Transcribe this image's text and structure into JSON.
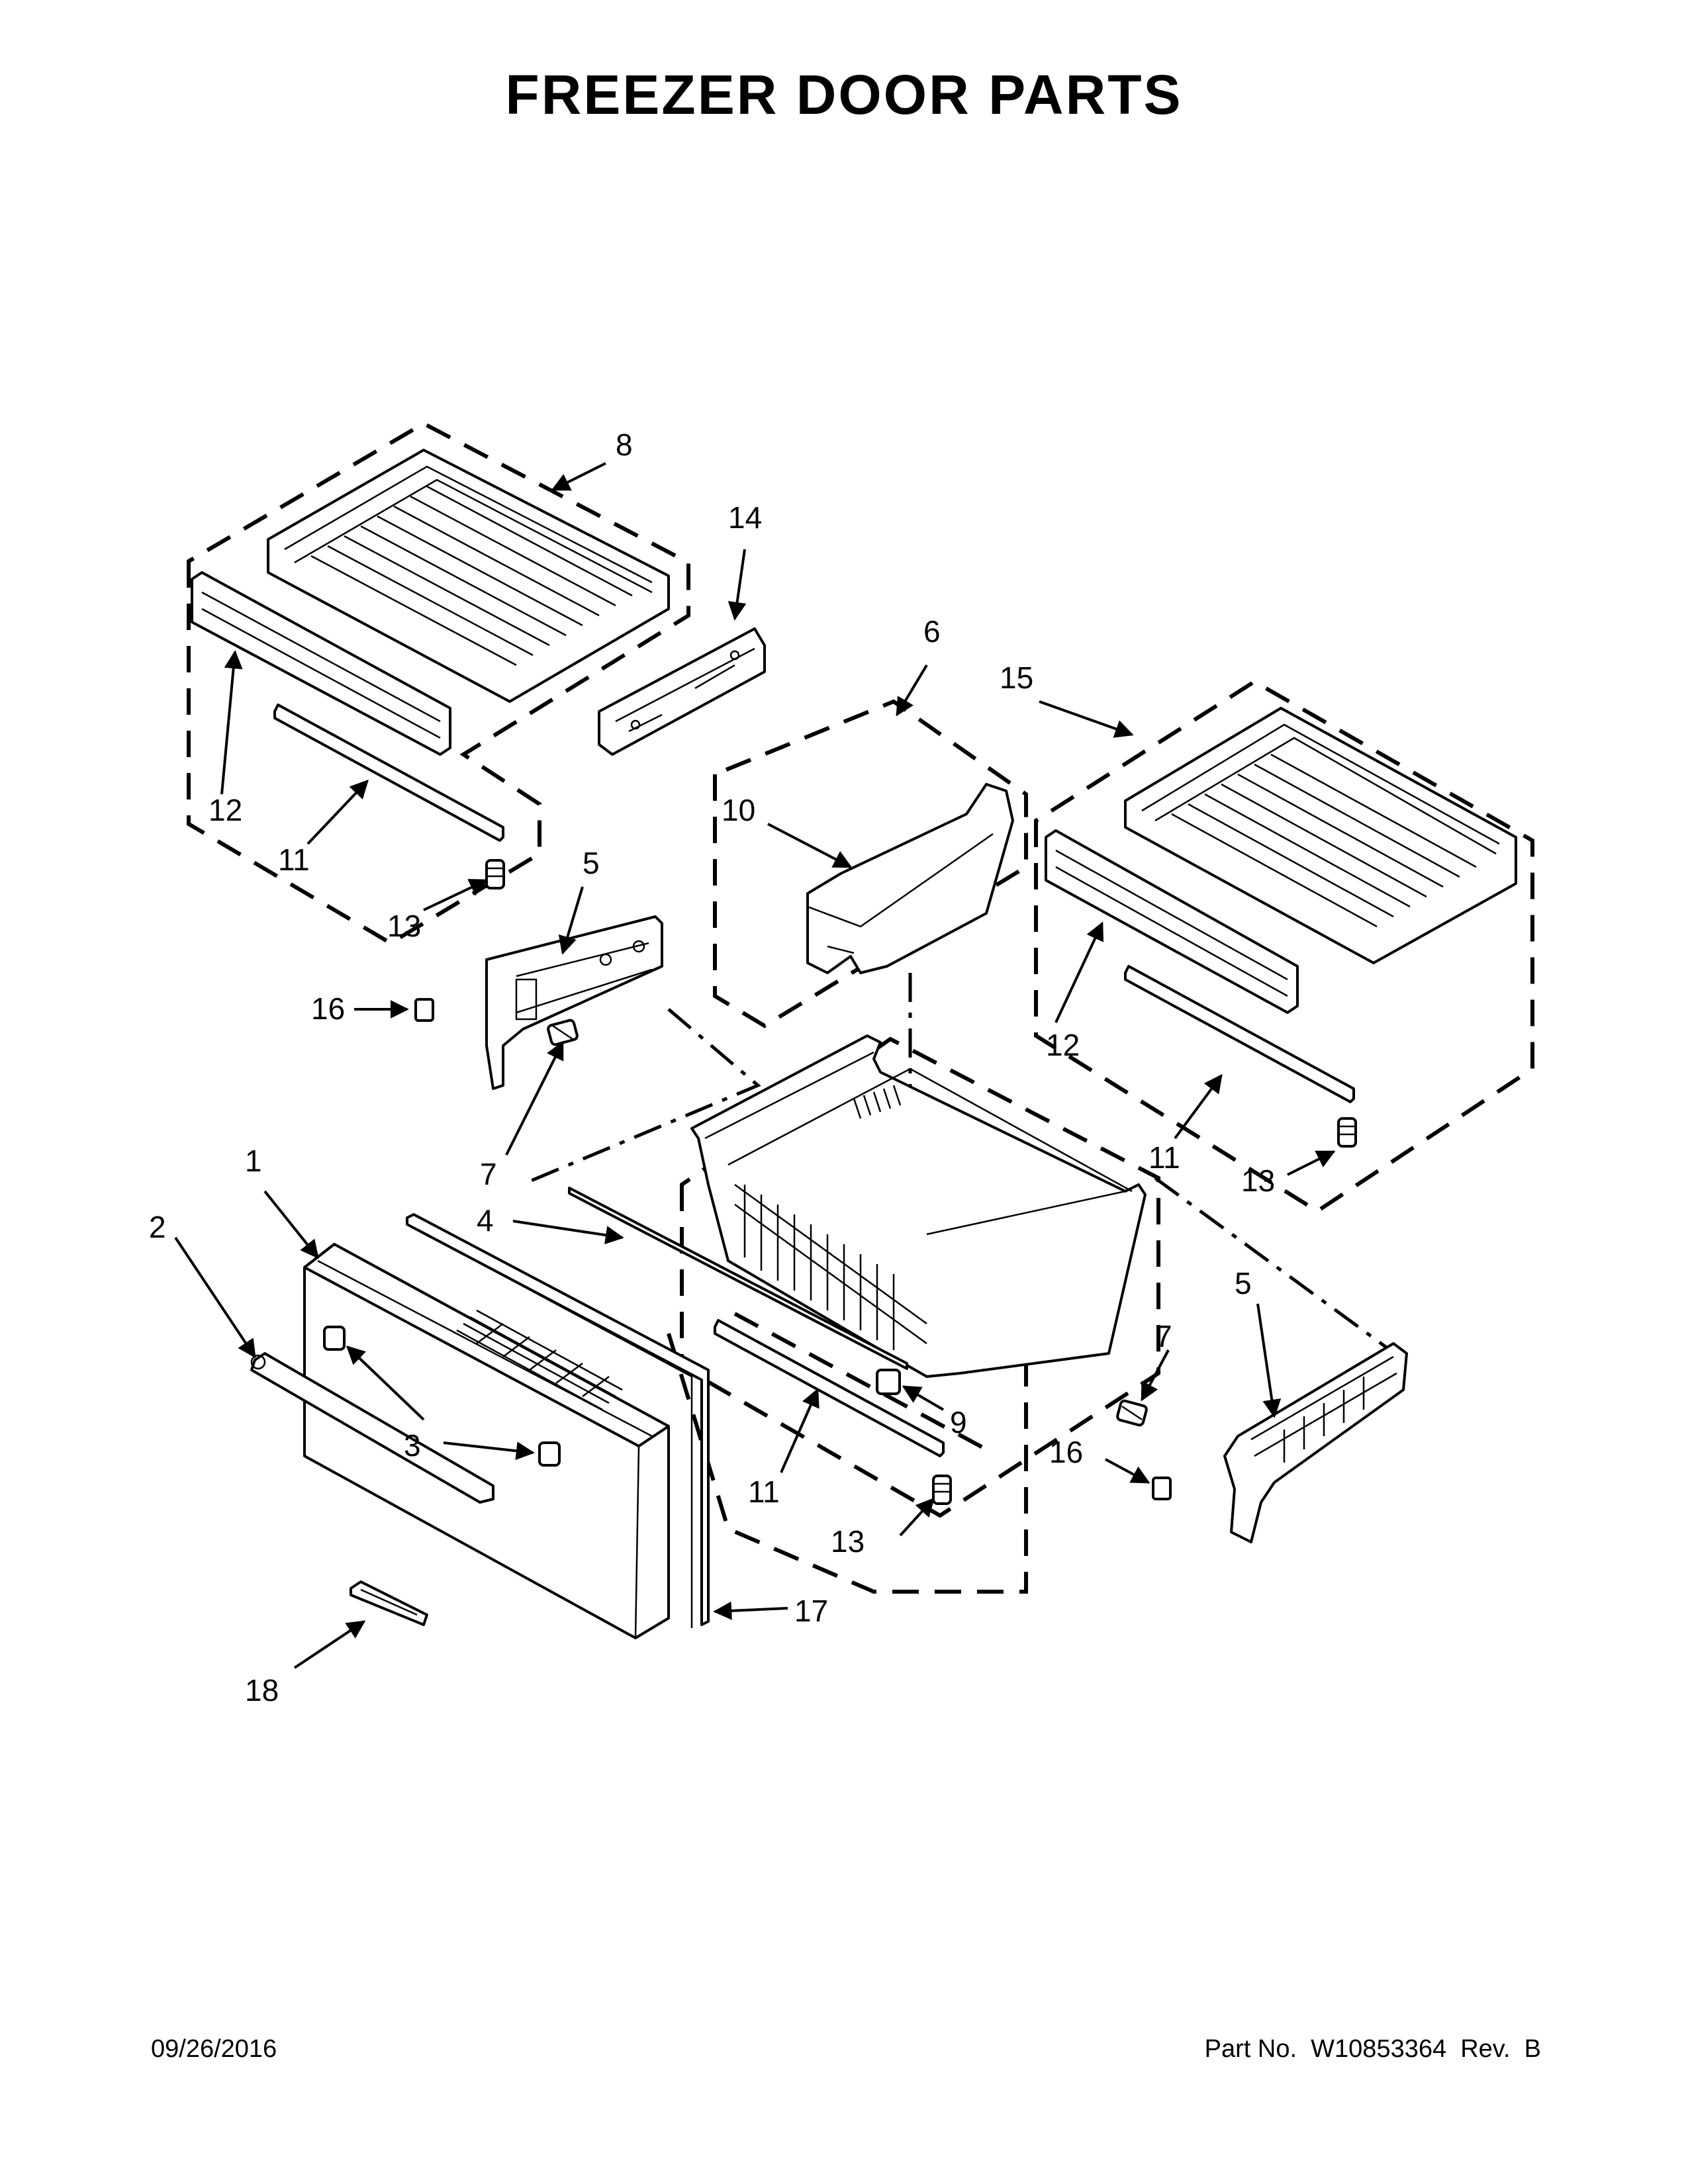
{
  "title": "FREEZER DOOR PARTS",
  "footer": {
    "date": "09/26/2016",
    "part_number": "Part No.  W10853364  Rev.  B"
  },
  "callouts": [
    "8",
    "14",
    "6",
    "15",
    "10",
    "12",
    "11",
    "13",
    "5",
    "16",
    "7",
    "1",
    "4",
    "2",
    "3",
    "9",
    "11",
    "13",
    "5",
    "7",
    "16",
    "17",
    "18",
    "12",
    "11",
    "13"
  ]
}
